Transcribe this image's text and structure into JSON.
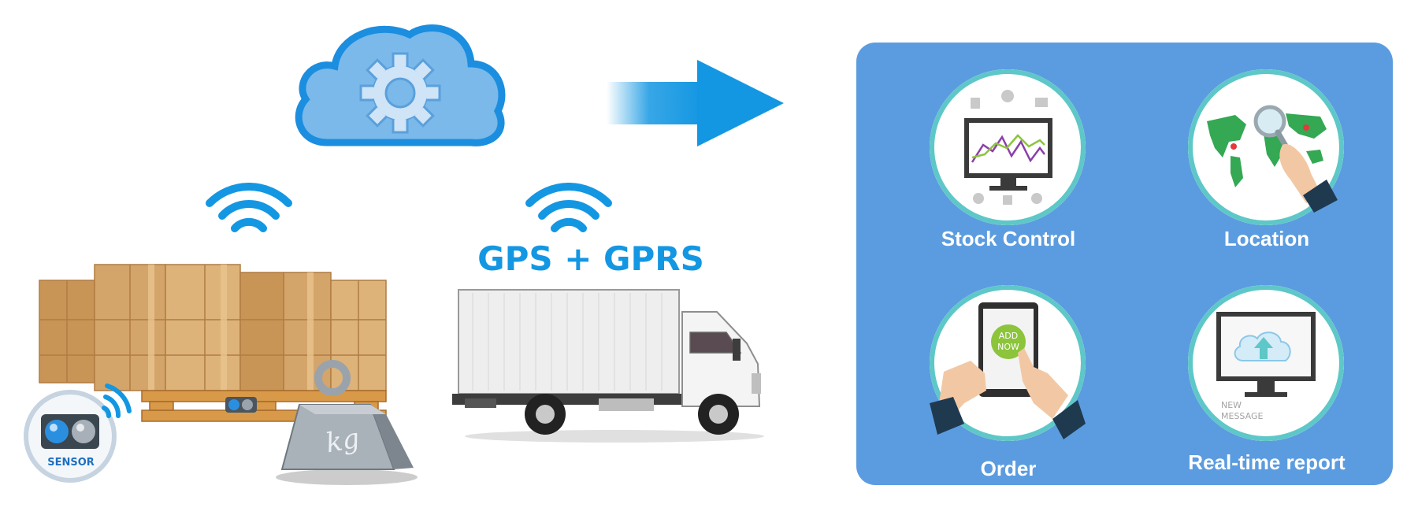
{
  "diagram": {
    "link_label": "GPS + GPRS",
    "sensor_label": "SENSOR",
    "weight_label": "kg",
    "features": [
      {
        "id": "stock-control",
        "label": "Stock Control"
      },
      {
        "id": "location",
        "label": "Location"
      },
      {
        "id": "order",
        "label": "Order",
        "screen_text": [
          "ADD",
          "NOW"
        ]
      },
      {
        "id": "real-time-report",
        "label": "Real-time report",
        "screen_text": [
          "NEW",
          "MESSAGE"
        ]
      }
    ]
  },
  "colors": {
    "accent_blue": "#1497e2",
    "cloud_fill": "#7ab9ea",
    "panel_blue": "#5b9ce0",
    "ring_teal": "#5ec7c7",
    "box_brown": "#d4a56a"
  },
  "icons": [
    "cloud-gear-icon",
    "arrow-right-icon",
    "wifi-icon",
    "sensor-icon",
    "weight-icon",
    "truck-icon",
    "monitor-chart-icon",
    "world-map-icon",
    "tablet-icon",
    "monitor-cloud-icon"
  ]
}
